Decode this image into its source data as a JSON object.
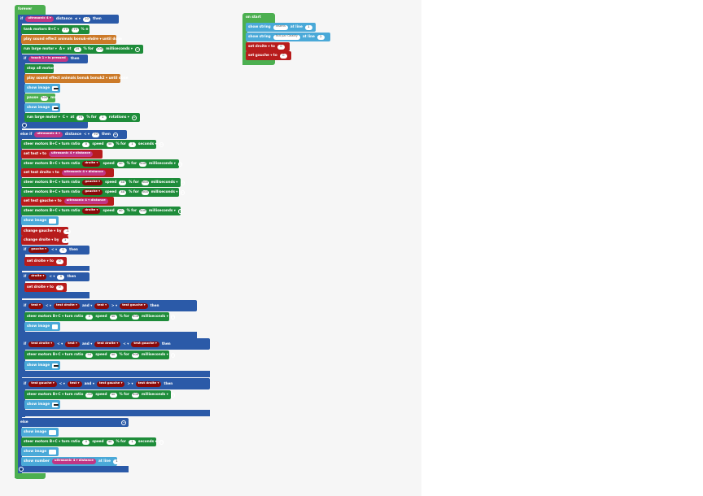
{
  "forever": {
    "title": "forever",
    "blocks": [
      {
        "label": "if",
        "pill": "ultrasonic 4 ▾",
        "pill2": "distance",
        "op": "≤ ▾",
        "val": "10",
        "end": "then"
      },
      {
        "label": "tank motors  B+C ▾",
        "val": "-75",
        "val2": "-75",
        "unit": "% ⊕"
      },
      {
        "label": "play sound effect  animals bonuk-ehdre ▾  until done"
      },
      {
        "label": "run   large motor ▾",
        "op": "A ▾",
        "mid": "at",
        "val": "25",
        "mid2": "% for",
        "val2": "100",
        "unit": "milliseconds ▾"
      },
      {
        "label": "if",
        "pill": "touch  1 ▾  is pressed",
        "end": "then"
      },
      {
        "label": "stop all motors"
      },
      {
        "label": "play sound effect  animals bonuk bonuk2 ▾  until done"
      },
      {
        "label": "show image"
      },
      {
        "label": "pause",
        "val": "500 ▾",
        "unit": "ms"
      },
      {
        "label": "show image"
      },
      {
        "label": "run   large motor ▾",
        "op": "C ▾",
        "mid": "at",
        "val": "75",
        "mid2": "% for",
        "val2": "1",
        "unit": "rotations ▾"
      },
      {
        "label": "else if",
        "pill": "ultrasonic 4 ▾",
        "pill2": "distance",
        "op": "< ▾",
        "val": "70",
        "end": "then"
      },
      {
        "label": "steer motors  B+C ▾  turn ratio",
        "val": "0",
        "mid": "speed",
        "val2": "40",
        "mid2": "% for",
        "val3": "1",
        "unit": "seconds ▾"
      },
      {
        "label": "set   test ▾   to",
        "pill": "ultrasonic 4 ▾  distance"
      },
      {
        "label": "steer motors  B+C ▾  turn ratio",
        "pill": "droite ▾",
        "mid": "speed",
        "val": "40",
        "mid2": "% for",
        "val2": "500",
        "unit": "milliseconds ▾"
      },
      {
        "label": "set   test droite ▾   to",
        "pill": "ultrasonic 4 ▾  distance"
      },
      {
        "label": "steer motors  B+C ▾  turn ratio",
        "pill": "gauche ▾",
        "mid": "speed",
        "val": "40",
        "mid2": "% for",
        "val2": "500",
        "unit": "milliseconds ▾"
      },
      {
        "label": "steer motors  B+C ▾  turn ratio",
        "pill": "gauche ▾",
        "mid": "speed",
        "val": "40",
        "mid2": "% for",
        "val2": "500",
        "unit": "milliseconds ▾"
      },
      {
        "label": "set   test gauche ▾   to",
        "pill": "ultrasonic 4 ▾  distance"
      },
      {
        "label": "steer motors  B+C ▾  turn ratio",
        "pill": "droite ▾",
        "mid": "speed",
        "val": "40",
        "mid2": "% for",
        "val2": "500",
        "unit": "milliseconds ▾"
      },
      {
        "label": "show image"
      },
      {
        "label": "change   gauche ▾   by",
        "val": "-1"
      },
      {
        "label": "change   droite ▾   by",
        "val": "1"
      },
      {
        "label": "if",
        "pill": "gauche ▾",
        "op": "< ▾",
        "val": "0",
        "end": "then"
      },
      {
        "label": "set   droite ▾   to",
        "val": "0"
      },
      {
        "label": "if",
        "pill": "droite ▾",
        "op": "< ▾",
        "val": "0",
        "end": "then"
      },
      {
        "label": "set   droite ▾   to",
        "val": "0"
      },
      {
        "label": "if",
        "pill": "test ▾",
        "op": "< ▾",
        "pill2": "test droite ▾",
        "mid": "and ▾",
        "pill3": "test ▾",
        "op2": "> ▾",
        "pill4": "test gauche ▾",
        "end": "then"
      },
      {
        "label": "steer motors  B+C ▾  turn ratio",
        "val": "0",
        "mid": "speed",
        "val2": "40",
        "mid2": "% for",
        "val3": "500",
        "unit": "milliseconds ▾"
      },
      {
        "label": "show image"
      },
      {
        "label": "if",
        "pill": "test droite ▾",
        "op": "< ▾",
        "pill2": "test ▾",
        "mid": "and ▾",
        "pill3": "test droite ▾",
        "op2": "< ▾",
        "pill4": "test gauche ▾",
        "end": "then"
      },
      {
        "label": "steer motors  B+C ▾  turn ratio",
        "val": "50",
        "mid": "speed",
        "val2": "40",
        "mid2": "% for",
        "val3": "500",
        "unit": "milliseconds ▾"
      },
      {
        "label": "show image"
      },
      {
        "label": "if",
        "pill": "test gauche ▾",
        "op": "< ▾",
        "pill2": "test ▾",
        "mid": "and ▾",
        "pill3": "test gauche ▾",
        "op2": "> ▾",
        "pill4": "test droite ▾",
        "end": "then"
      },
      {
        "label": "steer motors  B+C ▾  turn ratio",
        "val": "-50",
        "mid": "speed",
        "val2": "40",
        "mid2": "% for",
        "val3": "500",
        "unit": "milliseconds ▾"
      },
      {
        "label": "show image"
      },
      {
        "label": "else"
      },
      {
        "label": "show image"
      },
      {
        "label": "steer motors  B+C ▾  turn ratio",
        "val": "0",
        "mid": "speed",
        "val2": "40",
        "mid2": "% for",
        "val3": "1",
        "unit": "seconds ▾"
      },
      {
        "label": "show image"
      },
      {
        "label": "show number",
        "pill": "ultrasonic  4 ▾  distance",
        "mid": "at line",
        "val": "1"
      }
    ]
  },
  "on_start": {
    "title": "on start",
    "blocks": [
      {
        "label": "show string",
        "str": "Inserts",
        "mid": "at line",
        "val": "1"
      },
      {
        "label": "show string",
        "str": "Fait par Geakfy",
        "mid": "at line",
        "val": "2"
      },
      {
        "label": "set   droite ▾   to",
        "val": "0"
      },
      {
        "label": "set   gauche ▾   to",
        "val": "0"
      }
    ]
  },
  "colors": {
    "workspace": "#f6f6f6",
    "loops": "#4caf50",
    "logic": "#2b5aa8",
    "motors": "#1e8c3a",
    "brick": "#4aa9d8",
    "music": "#cc7a28",
    "variables": "#b71c1c",
    "sensors": "#c13584"
  }
}
